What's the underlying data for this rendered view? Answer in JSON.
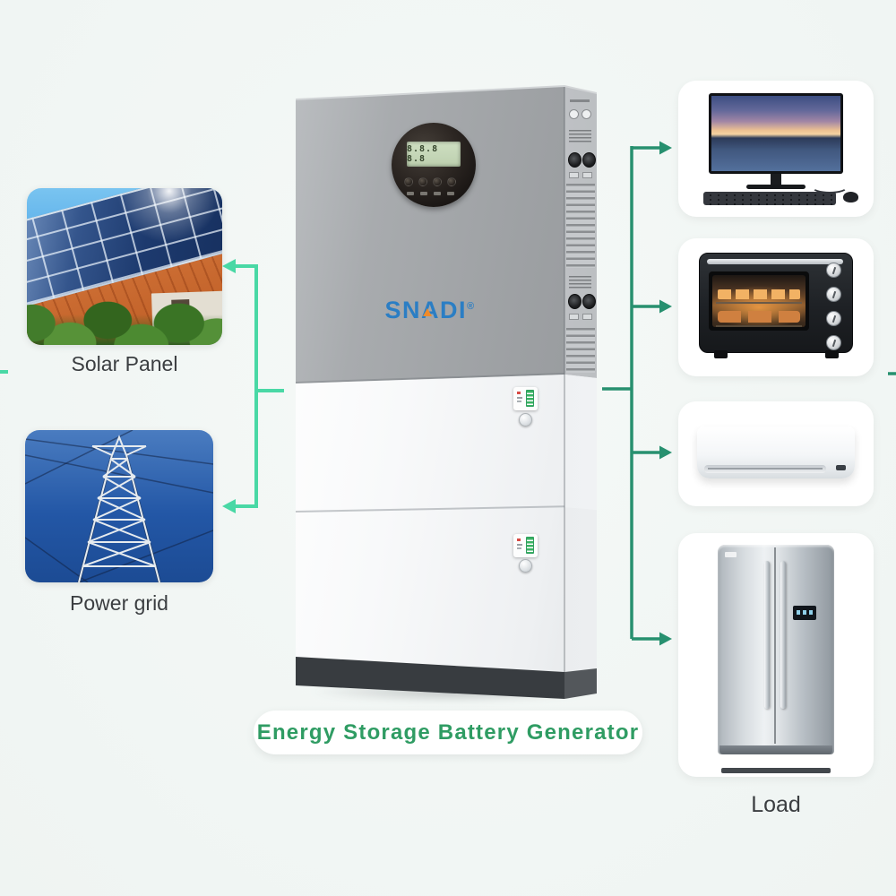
{
  "title": {
    "text": "Energy Storage Battery Generator",
    "color": "#2f9c63"
  },
  "sources": {
    "solar": {
      "label": "Solar Panel"
    },
    "grid": {
      "label": "Power grid"
    }
  },
  "device": {
    "brand": "SNADI",
    "registered_mark": "®",
    "brand_color": "#2b7ec4",
    "brand_accent_color": "#ef8b2a",
    "lcd_text": "8.8.8 8.8"
  },
  "loads": {
    "label": "Load",
    "items": [
      {
        "name": "desktop-computer"
      },
      {
        "name": "electric-oven"
      },
      {
        "name": "air-conditioner"
      },
      {
        "name": "refrigerator"
      }
    ]
  },
  "connectors": {
    "input_line_color": "#49d8a5",
    "output_line_color": "#27906f"
  }
}
